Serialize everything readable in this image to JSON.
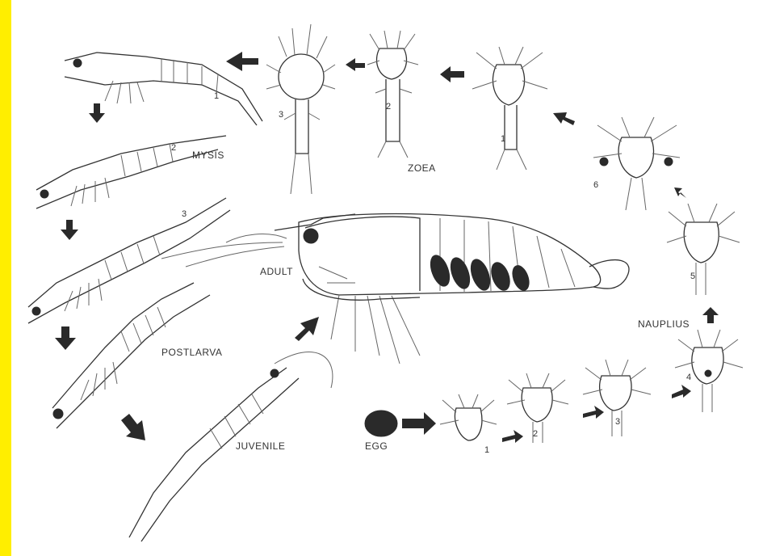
{
  "colors": {
    "accent_bar": "#ffee00",
    "ink": "#2a2a2a",
    "background": "#ffffff"
  },
  "labels": {
    "adult": "ADULT",
    "mysis": "MYSIS",
    "zoea": "ZOEA",
    "nauplius": "NAUPLIUS",
    "postlarva": "POSTLARVA",
    "juvenile": "JUVENILE",
    "egg": "EGG"
  },
  "stage_numbers": {
    "mysis_1": "1",
    "mysis_2": "2",
    "mysis_3": "3",
    "zoea_1": "1",
    "zoea_2": "2",
    "zoea_3": "3",
    "nauplius_1": "1",
    "nauplius_2": "2",
    "nauplius_3": "3",
    "nauplius_4": "4",
    "nauplius_5": "5",
    "nauplius_6": "6"
  }
}
